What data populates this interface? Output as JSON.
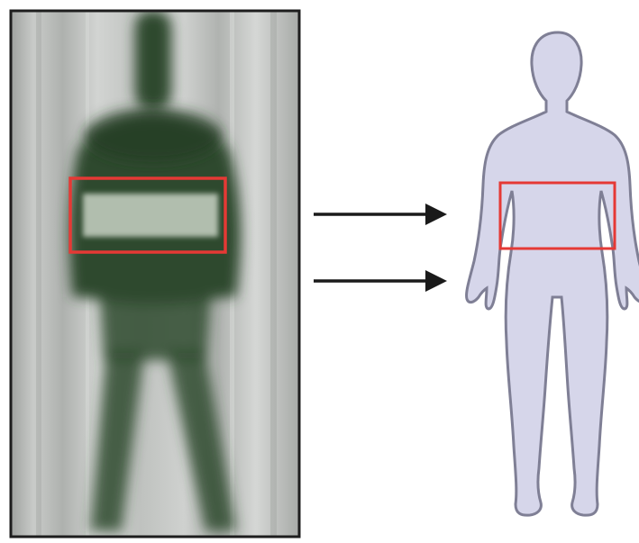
{
  "figure": {
    "panels": [
      {
        "id": "scan-image",
        "description_label": "",
        "highlight_color": "#e53935"
      },
      {
        "id": "body-outline",
        "description_label": "",
        "highlight_color": "#e53935"
      }
    ],
    "arrows": [
      {
        "direction": "right"
      },
      {
        "direction": "right"
      }
    ],
    "colors": {
      "scan_background": "#b8bbb8",
      "scan_silhouette": "#2f4a2f",
      "body_fill": "#d6d6ea",
      "body_stroke": "#7f7f95",
      "arrow": "#1a1a1a",
      "highlight": "#e53935"
    }
  }
}
